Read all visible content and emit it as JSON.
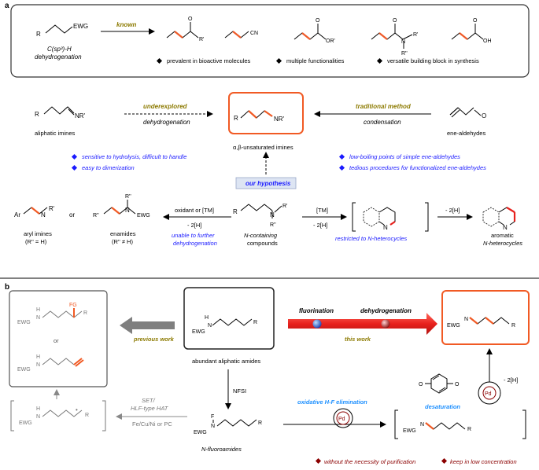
{
  "panel_a": {
    "label": "a",
    "top_box": {
      "substrate_R": "R",
      "substrate_EWG": "EWG",
      "known_label": "known",
      "csp3_label": "C(sp³)-H",
      "dehydrogenation_label": "dehydrogenation",
      "products": [
        {
          "groups": [
            "O",
            "R'"
          ]
        },
        {
          "groups": [
            "CN"
          ]
        },
        {
          "groups": [
            "O",
            "OR'"
          ]
        },
        {
          "groups": [
            "O",
            "R'",
            "N",
            "R''"
          ]
        },
        {
          "groups": [
            "O",
            "OH"
          ]
        }
      ],
      "bullets": [
        "prevalent in bioactive molecules",
        "multiple functionalities",
        "versatile building block in synthesis"
      ]
    },
    "middle": {
      "aliphatic_R": "R",
      "aliphatic_NR": "NR'",
      "aliphatic_imines": "aliphatic imines",
      "underexplored": "underexplored",
      "dehydrogenation": "dehydrogenation",
      "center_R": "R",
      "center_NR": "NR'",
      "unsaturated_imines": "α,β-unsaturated imines",
      "traditional_method": "traditional method",
      "condensation": "condensation",
      "ene_O": "O",
      "ene_aldehydes": "ene-aldehydes",
      "left_notes": [
        "sensitive to hydrolysis, difficult to handle",
        "easy to dimerization"
      ],
      "right_notes": [
        "low-boiling points of simple ene-aldehydes",
        "tedious procedures for functionalized ene-aldehydes"
      ],
      "our_hypothesis": "our hypothesis"
    },
    "bottom": {
      "aryl_Ar": "Ar",
      "aryl_N": "N",
      "aryl_R": "R'",
      "or": "or",
      "enamide_R": "R''",
      "enamide_N": "N",
      "enamide_EWG": "EWG",
      "enamide_R2": "R''",
      "aryl_imines": "aryl imines",
      "aryl_cond": "(R'' = H)",
      "enamides": "enamides",
      "enamides_cond": "(R'' ≠ H)",
      "oxidant_label": "oxidant or [TM]",
      "minus2H_left": "- 2[H]",
      "unable_note": [
        "unable to further",
        "dehydrogenation"
      ],
      "ncont_R": "R",
      "ncont_N": "N",
      "ncont_R1": "R'",
      "ncont_R2": "R''",
      "ncontaining": [
        "N-containing",
        "compounds"
      ],
      "tm_label": "[TM]",
      "minus2H_mid": "- 2[H]",
      "restricted": "restricted to N-heterocycles",
      "minus2H_right": "- 2[H]",
      "aromatic": [
        "aromatic",
        "N-heterocycles"
      ],
      "N_letter": "N"
    }
  },
  "panel_b": {
    "label": "b",
    "prev_products": {
      "FG": "FG",
      "R": "R",
      "EWG1": "EWG",
      "N1": "N",
      "H1": "H",
      "or": "or",
      "EWG2": "EWG",
      "N2": "N",
      "H2": "H"
    },
    "previous_work": "previous work",
    "amide": {
      "EWG": "EWG",
      "N": "N",
      "H": "H",
      "R": "R"
    },
    "abundant": "abundant aliphatic amides",
    "fluorination": "fluorination",
    "dehydrogenation": "dehydrogenation",
    "this_work": "this work",
    "product": {
      "EWG": "EWG",
      "N": "N",
      "R": "R"
    },
    "nfsi": "NFSI",
    "quinone_O1": "O",
    "quinone_O2": "O",
    "desaturation": "desaturation",
    "pd_label": "Pd",
    "minus2H": "- 2[H]",
    "radical": {
      "EWG": "EWG",
      "N": "N",
      "H": "H",
      "R": "R",
      "dot": "•"
    },
    "set_lines": [
      "SET/",
      "HLF-type HAT"
    ],
    "metals": "Fe/Cu/Ni or PC",
    "fluoro": {
      "EWG": "EWG",
      "N": "N",
      "F": "F",
      "R": "R"
    },
    "fluoroamides": "N-fluoroamides",
    "oxidative": "oxidative H-F elimination",
    "pd_label2": "Pd",
    "imine": {
      "EWG": "EWG",
      "N": "N",
      "R": "R"
    },
    "footnotes": [
      "without the necessity of purification",
      "keep in low concentration"
    ]
  },
  "colors": {
    "orange": "#f15a24",
    "blue_text": "#1a1aff",
    "olive": "#8c7a00",
    "red": "#e8211d",
    "grey_arrow": "#7f7f7f",
    "dark_red": "#8b0000",
    "sky": "#1e90ff"
  }
}
